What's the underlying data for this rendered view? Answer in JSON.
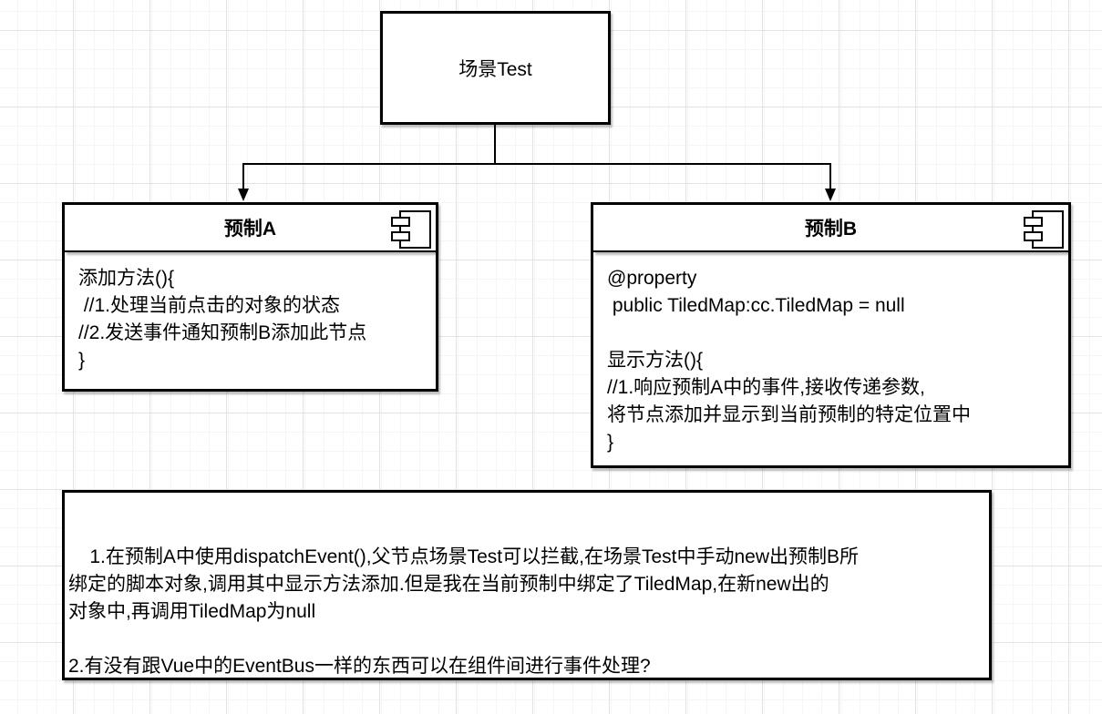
{
  "diagram": {
    "scene_box": {
      "title": "场景Test"
    },
    "prefab_a": {
      "title": "预制A",
      "body": "添加方法(){\n //1.处理当前点击的对象的状态\n//2.发送事件通知预制B添加此节点\n}"
    },
    "prefab_b": {
      "title": "预制B",
      "body": "@property\n public TiledMap:cc.TiledMap = null\n\n显示方法(){\n//1.响应预制A中的事件,接收传递参数,\n将节点添加并显示到当前预制的特定位置中\n}"
    },
    "notes": {
      "text": "1.在预制A中使用dispatchEvent(),父节点场景Test可以拦截,在场景Test中手动new出预制B所\n绑定的脚本对象,调用其中显示方法添加.但是我在当前预制中绑定了TiledMap,在新new出的\n对象中,再调用TiledMap为null\n\n2.有没有跟Vue中的EventBus一样的东西可以在组件间进行事件处理?"
    },
    "colors": {
      "stroke": "#000000",
      "fill": "#ffffff",
      "grid_minor": "#f6f4f4",
      "grid_major": "#e4e2e2",
      "shadow": "rgba(0,0,0,0.25)"
    }
  }
}
